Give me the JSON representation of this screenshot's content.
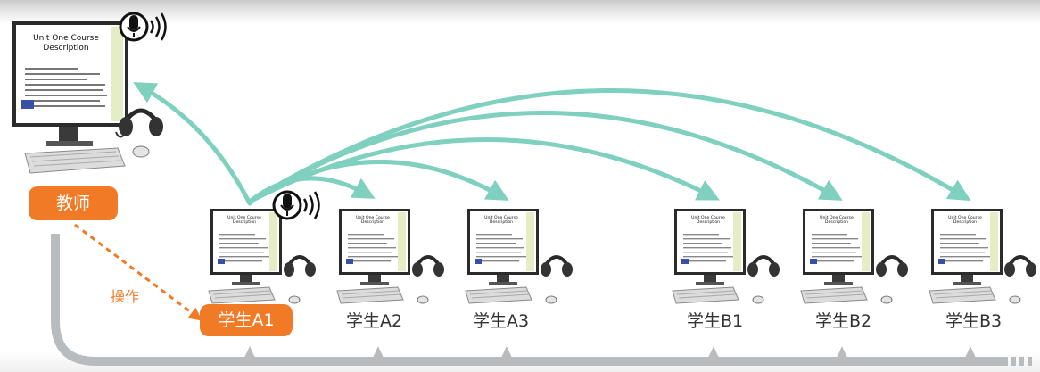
{
  "diagram": {
    "teacher": {
      "label": "教师",
      "screen_title": "Unit One Course Description"
    },
    "operation_label": "操作",
    "students": [
      {
        "id": "a1",
        "label": "学生A1",
        "highlighted": true,
        "speaking": true
      },
      {
        "id": "a2",
        "label": "学生A2",
        "highlighted": false,
        "speaking": false
      },
      {
        "id": "a3",
        "label": "学生A3",
        "highlighted": false,
        "speaking": false
      },
      {
        "id": "b1",
        "label": "学生B1",
        "highlighted": false,
        "speaking": false
      },
      {
        "id": "b2",
        "label": "学生B2",
        "highlighted": false,
        "speaking": false
      },
      {
        "id": "b3",
        "label": "学生B3",
        "highlighted": false,
        "speaking": false
      }
    ],
    "student_screen_title": "Unit One Course Description",
    "broadcast": {
      "from": "a1",
      "to": [
        "teacher",
        "a2",
        "a3",
        "b1",
        "b2",
        "b3"
      ]
    },
    "colors": {
      "accent_orange": "#f07a25",
      "arrow_teal": "#7fd0bf",
      "bus_gray": "#b8bcbf"
    },
    "icons": [
      "microphone-icon",
      "headset-icon",
      "computer-icon"
    ]
  }
}
